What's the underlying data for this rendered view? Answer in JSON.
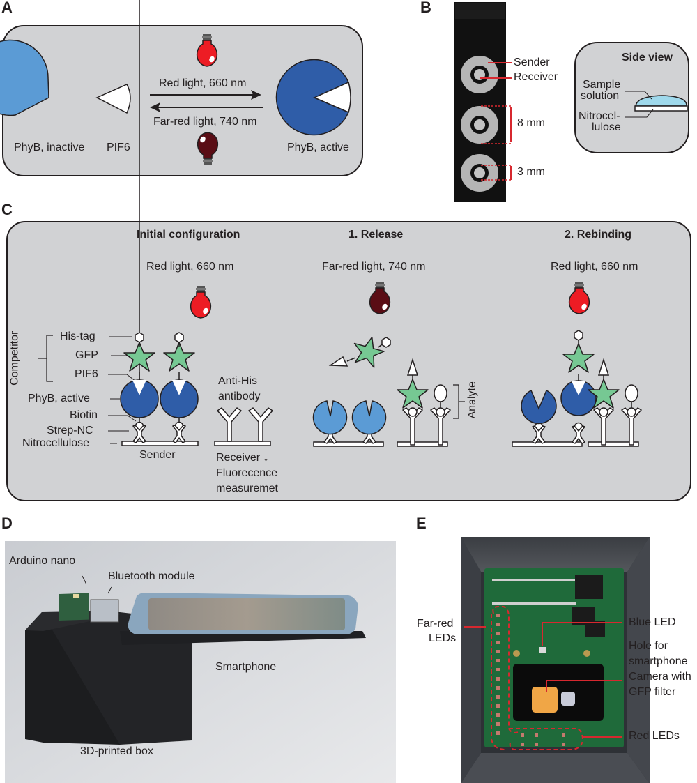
{
  "panels": {
    "a": {
      "letter": "A",
      "labels": {
        "phyb_inactive": "PhyB, inactive",
        "pif6": "PIF6",
        "phyb_active": "PhyB, active",
        "red_light": "Red light, 660 nm",
        "far_red_light": "Far-red light, 740 nm"
      }
    },
    "b": {
      "letter": "B",
      "labels": {
        "sender": "Sender",
        "receiver": "Receiver",
        "dim_outer": "8 mm",
        "dim_inner": "3 mm",
        "side_view_title": "Side view",
        "sample_solution_1": "Sample",
        "sample_solution_2": "solution",
        "nitrocellulose_1": "Nitrocel-",
        "nitrocellulose_2": "lulose"
      }
    },
    "c": {
      "letter": "C",
      "steps": [
        {
          "title": "Initial configuration",
          "light": "Red light, 660 nm"
        },
        {
          "title": "1. Release",
          "light": "Far-red light, 740 nm"
        },
        {
          "title": "2. Rebinding",
          "light": "Red light, 660 nm"
        }
      ],
      "labels": {
        "competitor": "Competitor",
        "his_tag": "His-tag",
        "gfp": "GFP",
        "pif6": "PIF6",
        "phyb_active": "PhyB, active",
        "biotin": "Biotin",
        "strep_nc": "Strep-NC",
        "nitrocellulose": "Nitrocellulose",
        "sender": "Sender",
        "anti_his_1": "Anti-His",
        "anti_his_2": "antibody",
        "receiver_1": "Receiver ↓",
        "receiver_2": "Fluorecence",
        "receiver_3": "measuremet",
        "analyte": "Analyte"
      }
    },
    "d": {
      "letter": "D",
      "labels": {
        "arduino": "Arduino nano",
        "bluetooth": "Bluetooth module",
        "smartphone": "Smartphone",
        "box": "3D-printed box"
      }
    },
    "e": {
      "letter": "E",
      "labels": {
        "far_red_1": "Far-red",
        "far_red_2": "LEDs",
        "blue_led": "Blue LED",
        "hole_1": "Hole for",
        "hole_2": "smartphone",
        "hole_3": "Camera with",
        "hole_4": "GFP filter",
        "red_leds": "Red LEDs"
      }
    }
  },
  "colors": {
    "panel_bg": "#d1d2d4",
    "phyb_inactive": "#5b9bd5",
    "phyb_active": "#2f5da8",
    "gfp": "#76c893",
    "red_bulb": "#ed1c24",
    "far_red_bulb": "#5a0d15",
    "annotation_red": "#d7282f"
  }
}
